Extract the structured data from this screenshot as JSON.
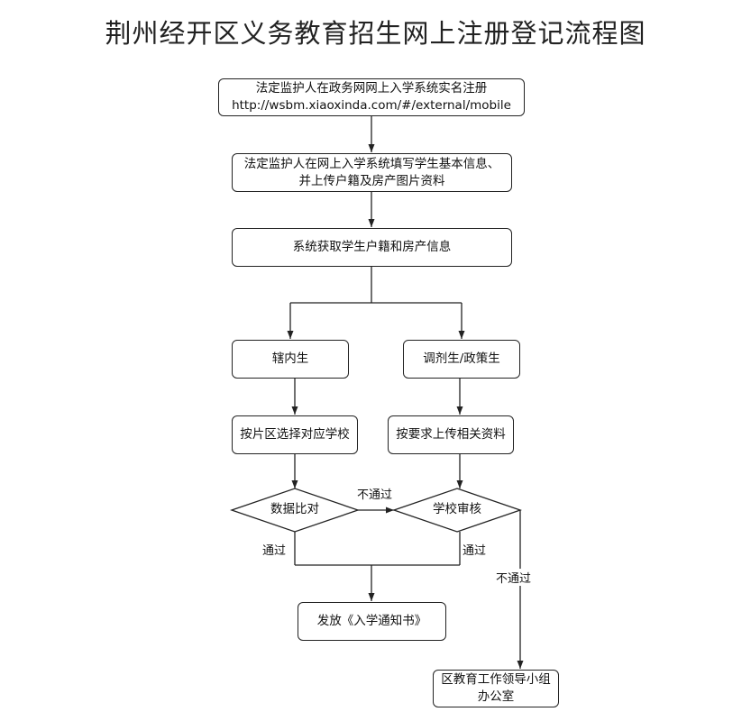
{
  "title": "荆州经开区义务教育招生网上注册登记流程图",
  "steps": {
    "register": {
      "line1": "法定监护人在政务网网上入学系统实名注册",
      "line2": "http://wsbm.xiaoxinda.com/#/external/mobile"
    },
    "fill_info": {
      "line1": "法定监护人在网上入学系统填写学生基本信息、",
      "line2": "并上传户籍及房产图片资料"
    },
    "fetch_info": "系统获取学生户籍和房产信息",
    "in_district": "辖内生",
    "adjusted": "调剂生/政策生",
    "choose_school": "按片区选择对应学校",
    "upload_materials": "按要求上传相关资料",
    "data_compare": "数据比对",
    "school_review": "学校审核",
    "issue_notice": "发放《入学通知书》",
    "district_office": {
      "line1": "区教育工作领导小组",
      "line2": "办公室"
    }
  },
  "edge_labels": {
    "compare_fail": "不通过",
    "compare_pass": "通过",
    "review_pass": "通过",
    "review_fail": "不通过"
  }
}
